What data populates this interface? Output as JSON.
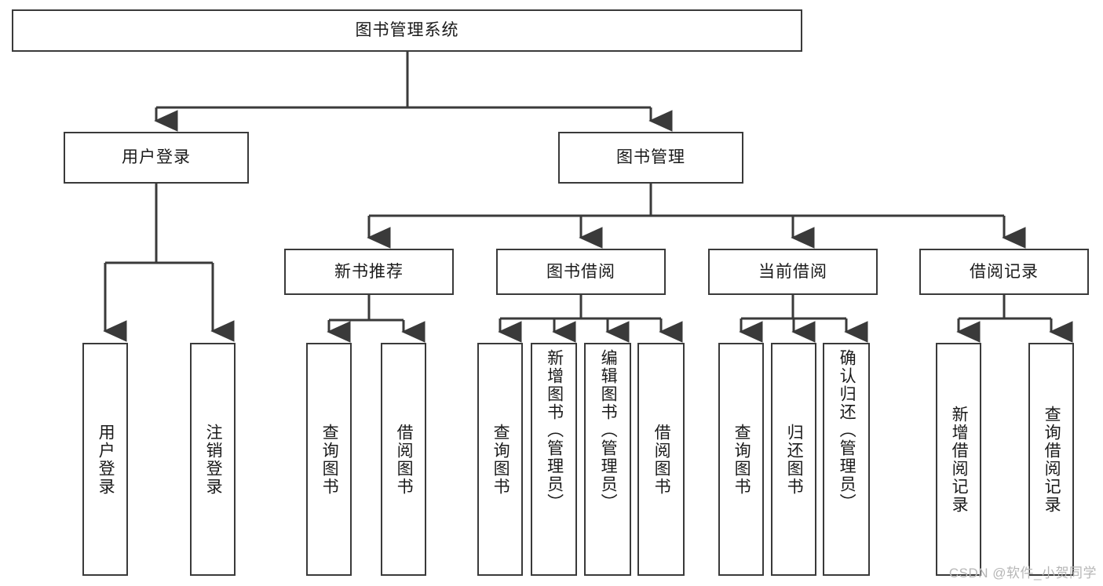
{
  "diagram": {
    "type": "tree",
    "title": "图书管理系统",
    "root": {
      "label": "图书管理系统"
    },
    "level2": [
      {
        "label": "用户登录"
      },
      {
        "label": "图书管理"
      }
    ],
    "level3": [
      {
        "label": "新书推荐"
      },
      {
        "label": "图书借阅"
      },
      {
        "label": "当前借阅"
      },
      {
        "label": "借阅记录"
      }
    ],
    "leaves_user_login": [
      {
        "label": "用户登录"
      },
      {
        "label": "注销登录"
      }
    ],
    "leaves_new_book": [
      {
        "label": "查询图书"
      },
      {
        "label": "借阅图书"
      }
    ],
    "leaves_borrow": [
      {
        "label": "查询图书"
      },
      {
        "label": "新增图书（管理员）"
      },
      {
        "label": "编辑图书（管理员）"
      },
      {
        "label": "借阅图书"
      }
    ],
    "leaves_current": [
      {
        "label": "查询图书"
      },
      {
        "label": "归还图书"
      },
      {
        "label": "确认归还（管理员）"
      }
    ],
    "leaves_record": [
      {
        "label": "新增借阅记录"
      },
      {
        "label": "查询借阅记录"
      }
    ]
  },
  "colors": {
    "stroke": "#3a3a3a",
    "text": "#1a1a1a",
    "background": "#ffffff",
    "watermark": "#b6b6b6"
  },
  "watermark": {
    "text": "CSDN @软件_小贺同学"
  }
}
